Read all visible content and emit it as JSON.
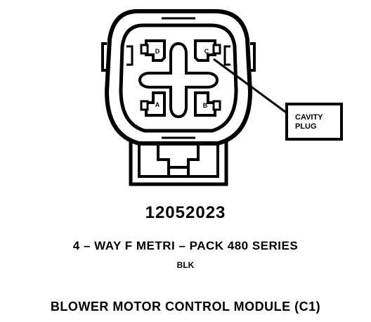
{
  "diagram": {
    "cavities": [
      {
        "id": "cavity-d",
        "label": "D"
      },
      {
        "id": "cavity-c",
        "label": "C"
      },
      {
        "id": "cavity-a",
        "label": "A"
      },
      {
        "id": "cavity-b",
        "label": "B"
      }
    ],
    "callout": {
      "line1": "CAVITY",
      "line2": "PLUG"
    }
  },
  "captions": {
    "part_number": "12052023",
    "connector_type": "4 – WAY F METRI – PACK 480 SERIES",
    "color": "BLK",
    "module_title": "BLOWER MOTOR CONTROL MODULE (C1)"
  }
}
